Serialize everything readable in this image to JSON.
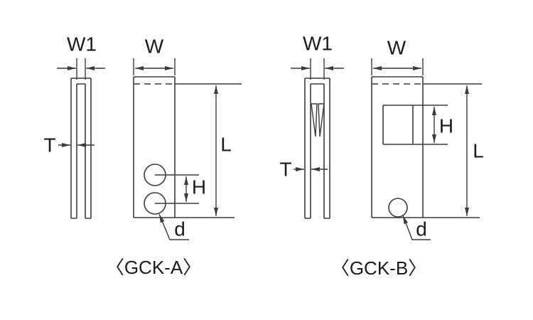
{
  "figure": {
    "bg_color": "#ffffff",
    "line_color": "#3c3c3c",
    "text_color": "#1c1c1c"
  },
  "gck_a": {
    "caption": "〈GCK-A〉",
    "dim_w1": "W1",
    "dim_w": "W",
    "dim_t": "T",
    "dim_l": "L",
    "dim_h": "H",
    "dim_d": "d"
  },
  "gck_b": {
    "caption": "〈GCK-B〉",
    "dim_w1": "W1",
    "dim_w": "W",
    "dim_t": "T",
    "dim_l": "L",
    "dim_h": "H",
    "dim_d": "d"
  }
}
